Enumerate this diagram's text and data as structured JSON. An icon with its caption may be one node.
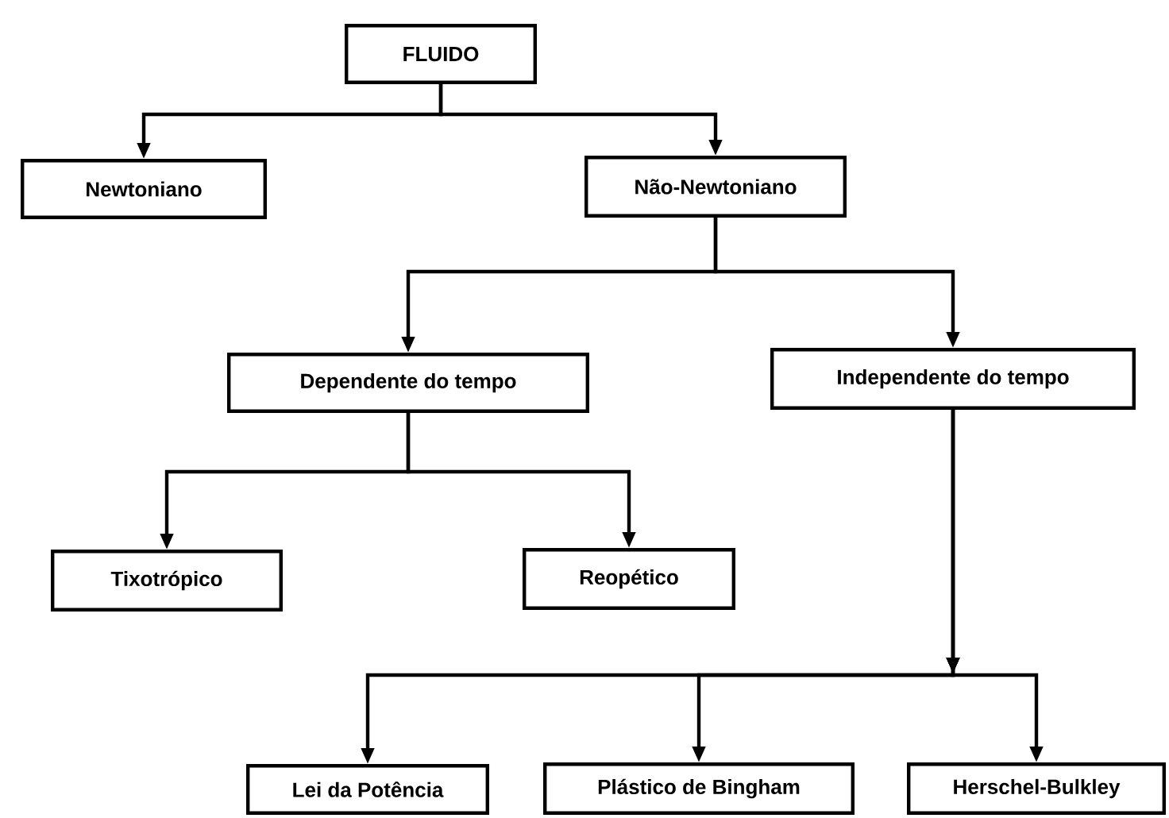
{
  "diagram": {
    "nodes": [
      {
        "text": [
          "FLUIDO"
        ]
      },
      {
        "text": [
          "Newtoniano"
        ]
      },
      {
        "text": [
          "Não-Newtoniano"
        ]
      },
      {
        "text": [
          "Dependente do tempo"
        ]
      },
      {
        "text": [
          "Independente do tempo"
        ]
      },
      {
        "text": [
          "Tixotrópico"
        ]
      },
      {
        "text": [
          "Reopético"
        ]
      },
      {
        "text": [
          "Lei da Potência"
        ]
      },
      {
        "text": [
          "Plástico de Bingham"
        ]
      },
      {
        "text": [
          "Herschel-Bulkley"
        ]
      }
    ],
    "edges": [
      {
        "from": 0,
        "to": 1,
        "arrow": "to"
      },
      {
        "from": 0,
        "to": 2,
        "arrow": "to"
      },
      {
        "from": 2,
        "to": 3,
        "arrow": "to"
      },
      {
        "from": 2,
        "to": 4,
        "arrow": "to"
      },
      {
        "from": 3,
        "to": 5,
        "arrow": "to"
      },
      {
        "from": 3,
        "to": 6,
        "arrow": "to"
      },
      {
        "from": 4,
        "to": 7,
        "arrow": "to"
      },
      {
        "from": 4,
        "to": 8,
        "arrow": "to"
      },
      {
        "from": 4,
        "to": 9,
        "arrow": "to"
      }
    ]
  }
}
